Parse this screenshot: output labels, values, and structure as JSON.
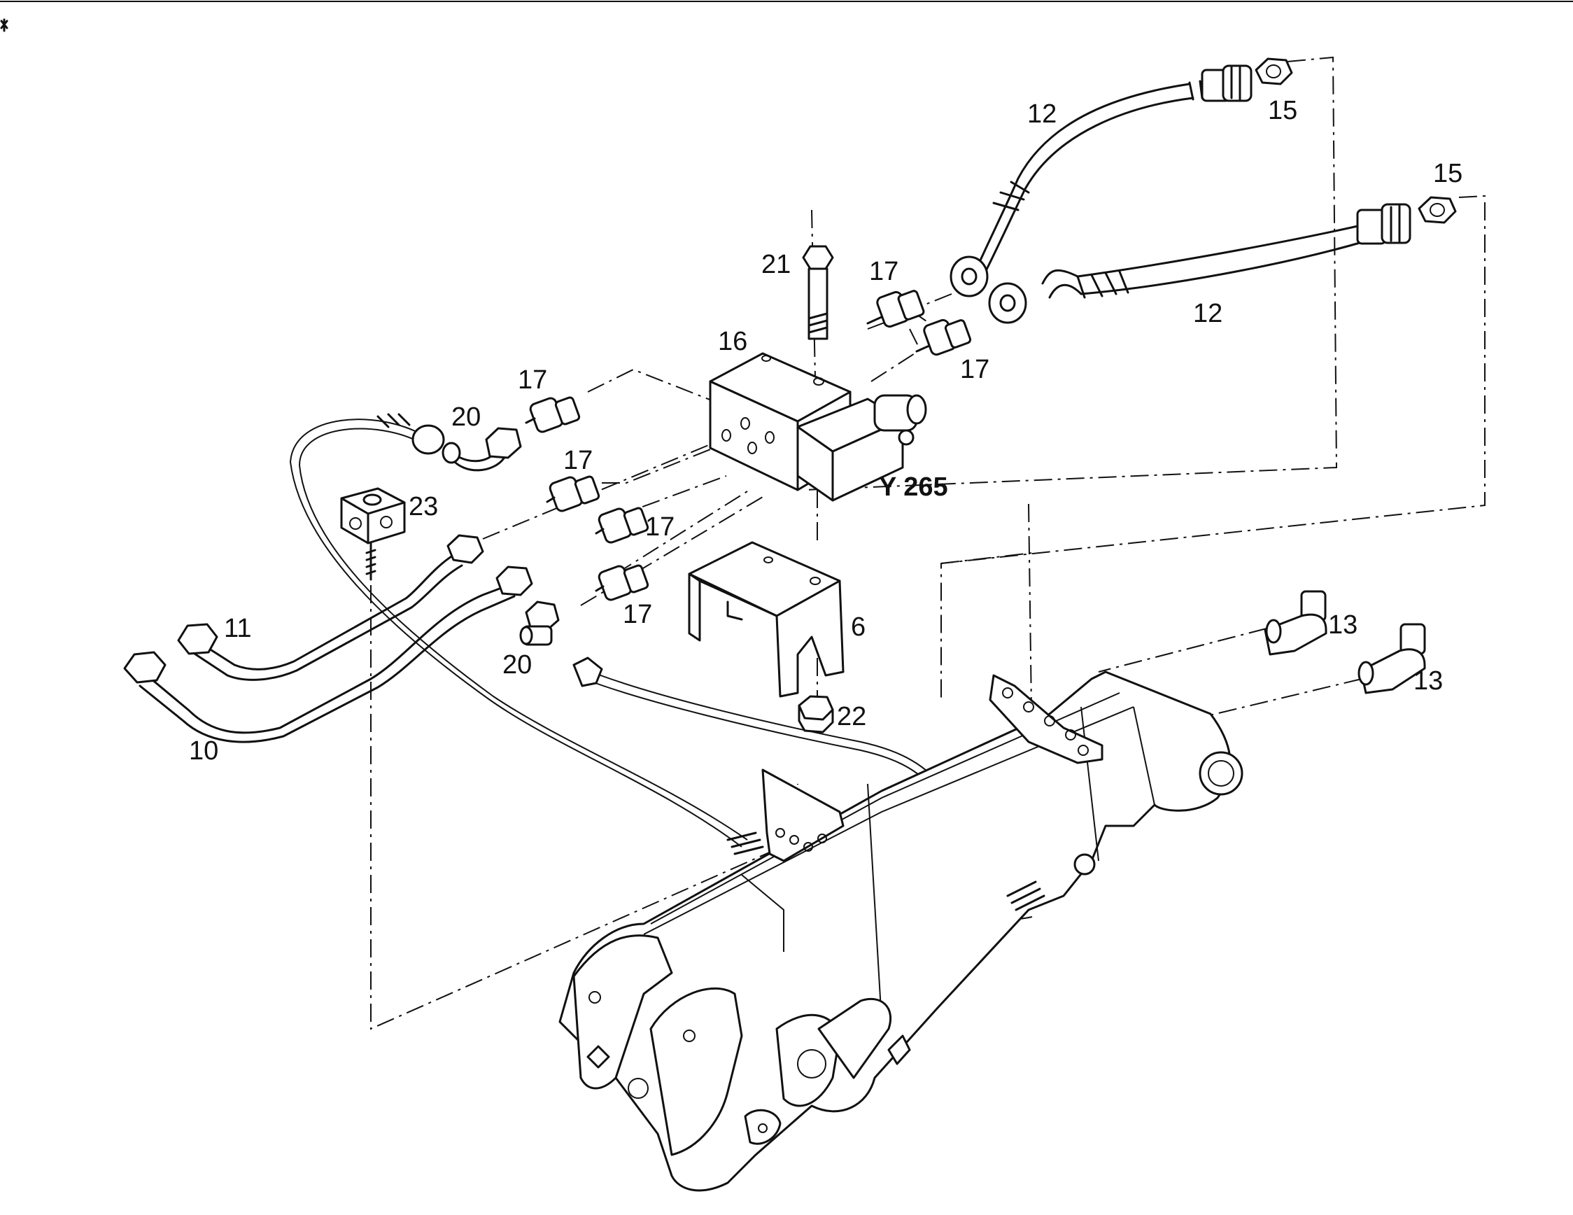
{
  "labels": {
    "l6": "6",
    "l10": "10",
    "l11": "11",
    "l12a": "12",
    "l12b": "12",
    "l13a": "13",
    "l13b": "13",
    "l15a": "15",
    "l15b": "15",
    "l16": "16",
    "l17a": "17",
    "l17b": "17",
    "l17c": "17",
    "l17d": "17",
    "l17e": "17",
    "l17f": "17",
    "l20a": "20",
    "l20b": "20",
    "l21": "21",
    "l22": "22",
    "l23": "23",
    "y265": "Y 265"
  },
  "colors": {
    "ink": "#111111",
    "paper": "#ffffff"
  }
}
